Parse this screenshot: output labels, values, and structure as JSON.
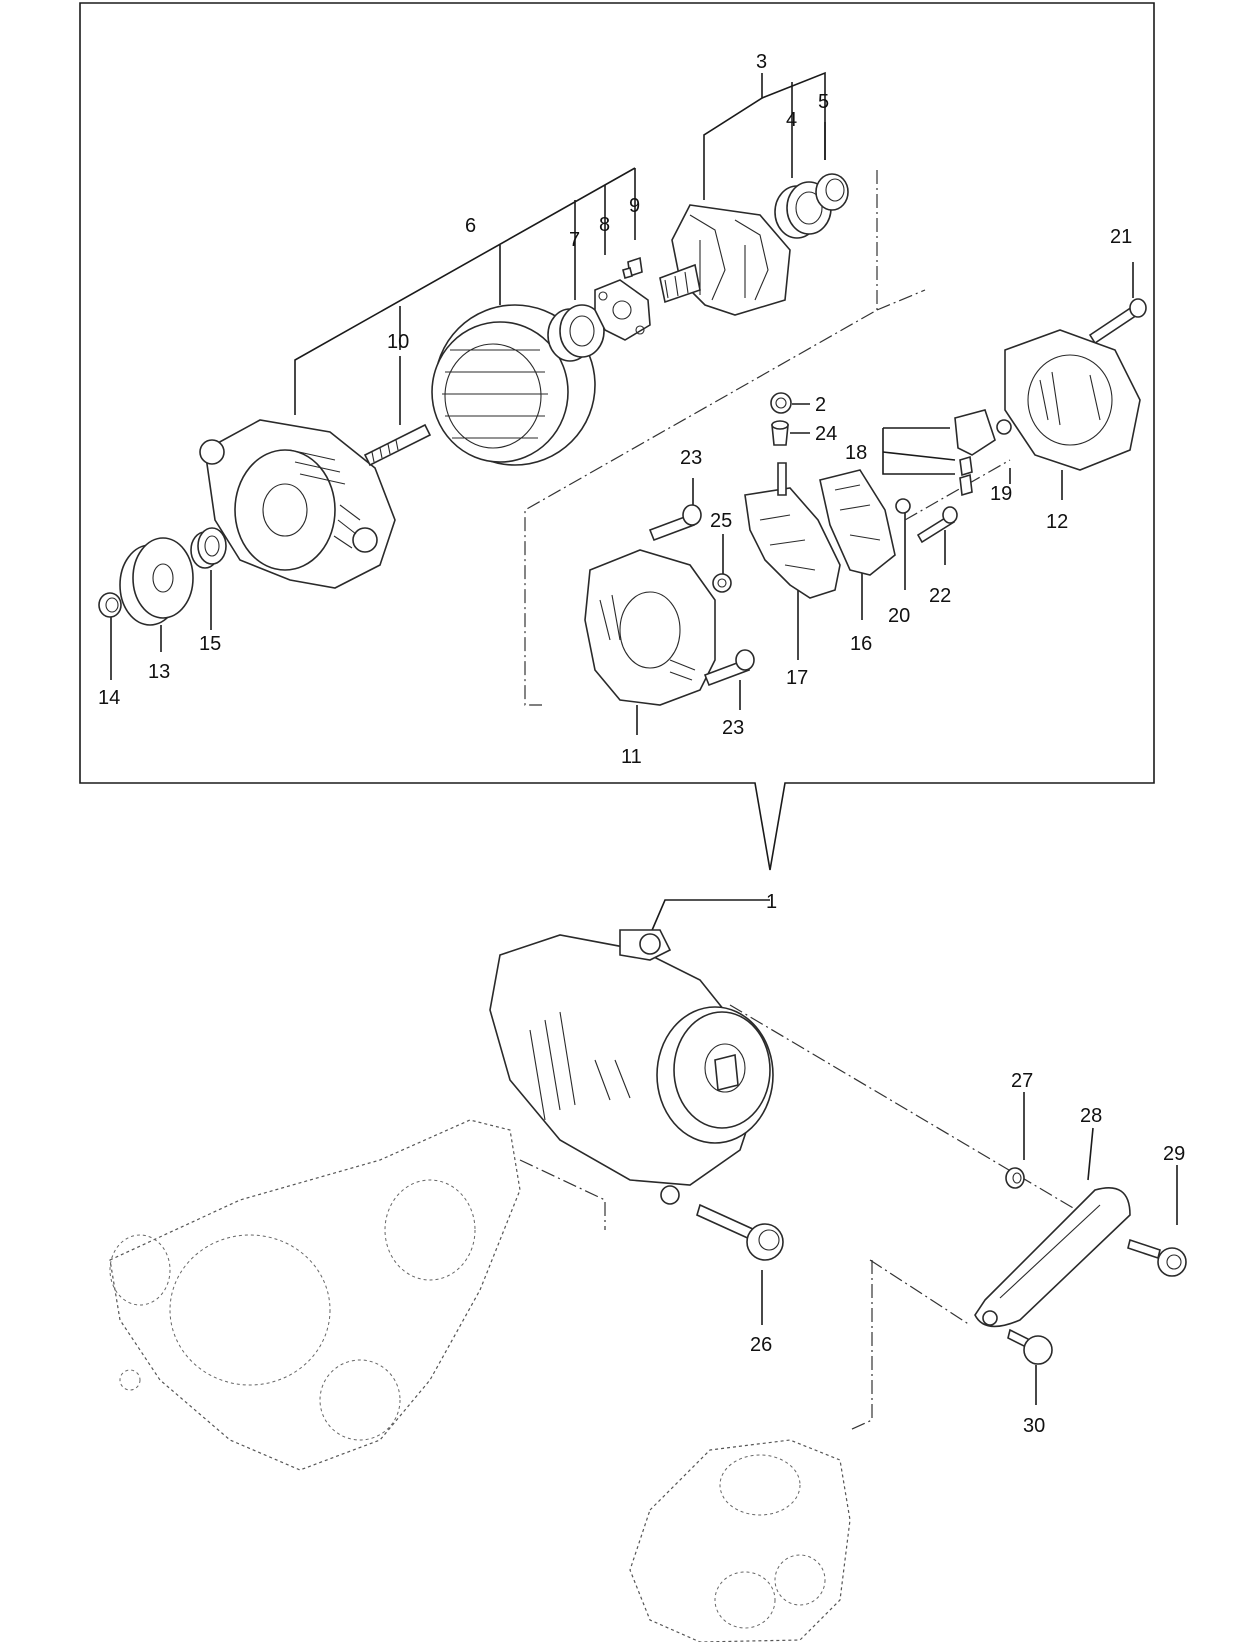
{
  "callouts": {
    "c1": "1",
    "c2": "2",
    "c3": "3",
    "c4": "4",
    "c5": "5",
    "c6": "6",
    "c7": "7",
    "c8": "8",
    "c9": "9",
    "c10": "10",
    "c11": "11",
    "c12": "12",
    "c13": "13",
    "c14": "14",
    "c15": "15",
    "c16": "16",
    "c17": "17",
    "c18": "18",
    "c19": "19",
    "c20": "20",
    "c21": "21",
    "c22": "22",
    "c23a": "23",
    "c23b": "23",
    "c24": "24",
    "c25": "25",
    "c26": "26",
    "c27": "27",
    "c28": "28",
    "c29": "29",
    "c30": "30"
  },
  "colors": {
    "line": "#1a1a1a",
    "background": "#ffffff",
    "ghost": "#555555"
  }
}
